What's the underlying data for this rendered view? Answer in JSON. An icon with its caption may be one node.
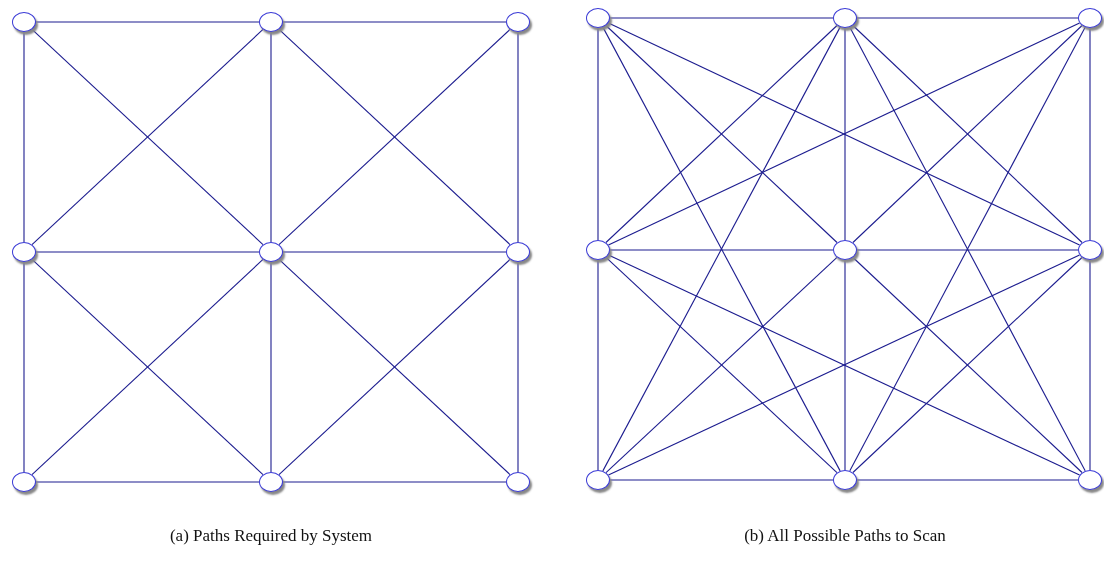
{
  "diagram": {
    "nodes": [
      {
        "text": [],
        "shape": "circle"
      },
      {
        "text": [],
        "shape": "circle"
      },
      {
        "text": [],
        "shape": "circle"
      },
      {
        "text": [],
        "shape": "circle"
      },
      {
        "text": [],
        "shape": "circle"
      },
      {
        "text": [],
        "shape": "circle"
      },
      {
        "text": [],
        "shape": "circle"
      },
      {
        "text": [],
        "shape": "circle"
      },
      {
        "text": [],
        "shape": "circle"
      },
      {
        "text": [],
        "shape": "circle"
      },
      {
        "text": [],
        "shape": "circle"
      },
      {
        "text": [],
        "shape": "circle"
      },
      {
        "text": [],
        "shape": "circle"
      },
      {
        "text": [],
        "shape": "circle"
      },
      {
        "text": [],
        "shape": "circle"
      },
      {
        "text": [],
        "shape": "circle"
      },
      {
        "text": [],
        "shape": "circle"
      },
      {
        "text": [],
        "shape": "circle"
      }
    ],
    "edges": [
      {
        "from": 0,
        "to": 1,
        "arrow": "none"
      },
      {
        "from": 1,
        "to": 2,
        "arrow": "none"
      },
      {
        "from": 3,
        "to": 4,
        "arrow": "none"
      },
      {
        "from": 4,
        "to": 5,
        "arrow": "none"
      },
      {
        "from": 6,
        "to": 7,
        "arrow": "none"
      },
      {
        "from": 7,
        "to": 8,
        "arrow": "none"
      },
      {
        "from": 0,
        "to": 3,
        "arrow": "none"
      },
      {
        "from": 3,
        "to": 6,
        "arrow": "none"
      },
      {
        "from": 1,
        "to": 4,
        "arrow": "none"
      },
      {
        "from": 4,
        "to": 7,
        "arrow": "none"
      },
      {
        "from": 2,
        "to": 5,
        "arrow": "none"
      },
      {
        "from": 5,
        "to": 8,
        "arrow": "none"
      },
      {
        "from": 0,
        "to": 4,
        "arrow": "none"
      },
      {
        "from": 1,
        "to": 3,
        "arrow": "none"
      },
      {
        "from": 1,
        "to": 5,
        "arrow": "none"
      },
      {
        "from": 2,
        "to": 4,
        "arrow": "none"
      },
      {
        "from": 3,
        "to": 7,
        "arrow": "none"
      },
      {
        "from": 4,
        "to": 6,
        "arrow": "none"
      },
      {
        "from": 4,
        "to": 8,
        "arrow": "none"
      },
      {
        "from": 5,
        "to": 7,
        "arrow": "none"
      },
      {
        "from": 9,
        "to": 10,
        "arrow": "none"
      },
      {
        "from": 10,
        "to": 11,
        "arrow": "none"
      },
      {
        "from": 12,
        "to": 13,
        "arrow": "none"
      },
      {
        "from": 13,
        "to": 14,
        "arrow": "none"
      },
      {
        "from": 15,
        "to": 16,
        "arrow": "none"
      },
      {
        "from": 16,
        "to": 17,
        "arrow": "none"
      },
      {
        "from": 9,
        "to": 12,
        "arrow": "none"
      },
      {
        "from": 12,
        "to": 15,
        "arrow": "none"
      },
      {
        "from": 10,
        "to": 13,
        "arrow": "none"
      },
      {
        "from": 13,
        "to": 16,
        "arrow": "none"
      },
      {
        "from": 11,
        "to": 14,
        "arrow": "none"
      },
      {
        "from": 14,
        "to": 17,
        "arrow": "none"
      },
      {
        "from": 9,
        "to": 13,
        "arrow": "none"
      },
      {
        "from": 10,
        "to": 12,
        "arrow": "none"
      },
      {
        "from": 10,
        "to": 14,
        "arrow": "none"
      },
      {
        "from": 11,
        "to": 13,
        "arrow": "none"
      },
      {
        "from": 12,
        "to": 16,
        "arrow": "none"
      },
      {
        "from": 13,
        "to": 15,
        "arrow": "none"
      },
      {
        "from": 13,
        "to": 17,
        "arrow": "none"
      },
      {
        "from": 14,
        "to": 16,
        "arrow": "none"
      },
      {
        "from": 9,
        "to": 14,
        "arrow": "none"
      },
      {
        "from": 9,
        "to": 16,
        "arrow": "none"
      },
      {
        "from": 10,
        "to": 15,
        "arrow": "none"
      },
      {
        "from": 10,
        "to": 17,
        "arrow": "none"
      },
      {
        "from": 11,
        "to": 12,
        "arrow": "none"
      },
      {
        "from": 11,
        "to": 16,
        "arrow": "none"
      },
      {
        "from": 12,
        "to": 17,
        "arrow": "none"
      },
      {
        "from": 14,
        "to": 15,
        "arrow": "none"
      }
    ],
    "labels": [
      "(a) Paths Required by System",
      "(b) All Possible Paths to Scan"
    ]
  }
}
